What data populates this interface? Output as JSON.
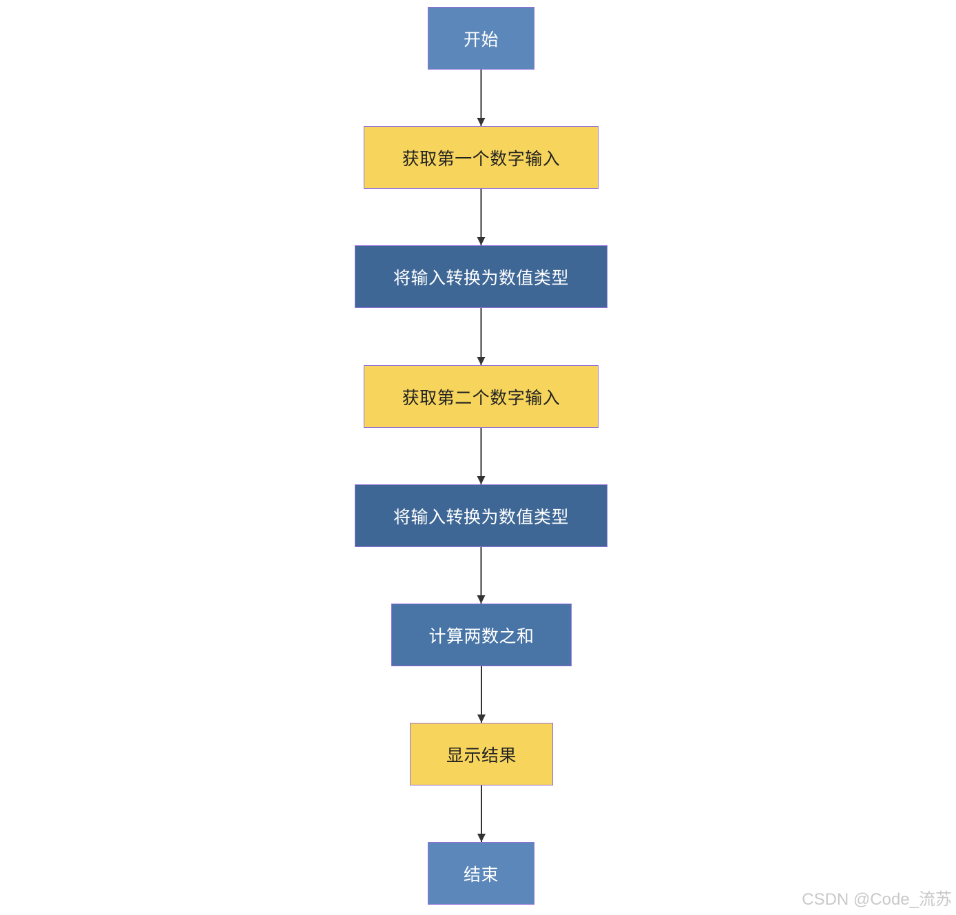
{
  "flowchart": {
    "direction": "top-to-bottom",
    "nodes": [
      {
        "id": "n0",
        "name": "start-node",
        "label": "开始",
        "fill": "#5b87ba",
        "text_color": "#ffffff"
      },
      {
        "id": "n1",
        "name": "get-first-number-node",
        "label": "获取第一个数字输入",
        "fill": "#f7d55c",
        "text_color": "#222222"
      },
      {
        "id": "n2",
        "name": "convert-input-node-1",
        "label": "将输入转换为数值类型",
        "fill": "#3e6795",
        "text_color": "#ffffff"
      },
      {
        "id": "n3",
        "name": "get-second-number-node",
        "label": "获取第二个数字输入",
        "fill": "#f7d55c",
        "text_color": "#222222"
      },
      {
        "id": "n4",
        "name": "convert-input-node-2",
        "label": "将输入转换为数值类型",
        "fill": "#3e6795",
        "text_color": "#ffffff"
      },
      {
        "id": "n5",
        "name": "compute-sum-node",
        "label": "计算两数之和",
        "fill": "#4874a6",
        "text_color": "#ffffff"
      },
      {
        "id": "n6",
        "name": "display-result-node",
        "label": "显示结果",
        "fill": "#f7d55c",
        "text_color": "#222222"
      },
      {
        "id": "n7",
        "name": "end-node",
        "label": "结束",
        "fill": "#5b87ba",
        "text_color": "#ffffff"
      }
    ],
    "edges": [
      {
        "from": "n0",
        "to": "n1"
      },
      {
        "from": "n1",
        "to": "n2"
      },
      {
        "from": "n2",
        "to": "n3"
      },
      {
        "from": "n3",
        "to": "n4"
      },
      {
        "from": "n4",
        "to": "n5"
      },
      {
        "from": "n5",
        "to": "n6"
      },
      {
        "from": "n6",
        "to": "n7"
      }
    ],
    "border_color": "#9370DB",
    "edge_color": "#333333"
  },
  "watermark": "CSDN @Code_流苏"
}
